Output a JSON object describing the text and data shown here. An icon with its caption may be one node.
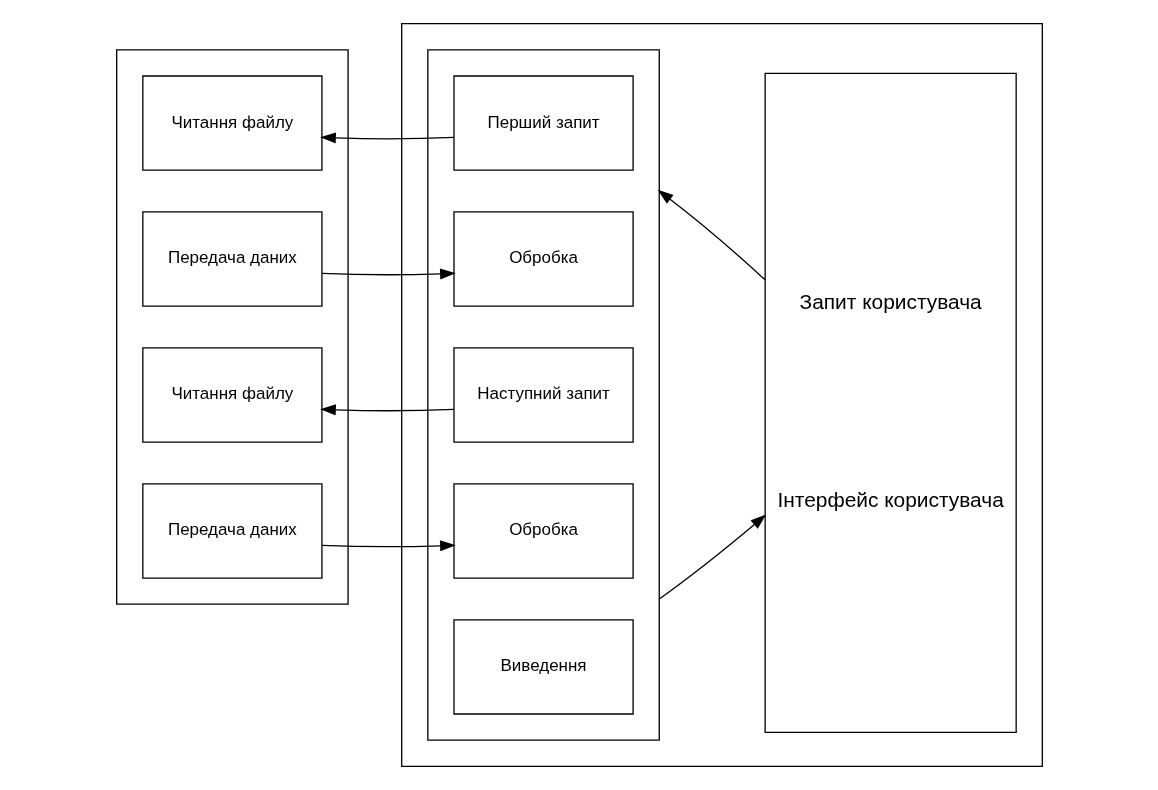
{
  "diagram": {
    "nodes": [
      {
        "text": [],
        "shape": "box"
      },
      {
        "text": [
          "Читання файлу"
        ],
        "in": 0
      },
      {
        "text": [
          "Передача даних"
        ],
        "in": 0
      },
      {
        "text": [
          "Читання файлу"
        ],
        "in": 0
      },
      {
        "text": [
          "Передача даних"
        ],
        "in": 0
      },
      {
        "text": [],
        "shape": "box"
      },
      {
        "text": [],
        "shape": "box",
        "in": 5
      },
      {
        "text": [
          "Перший запит"
        ],
        "in": 6
      },
      {
        "text": [
          "Обробка"
        ],
        "in": 6
      },
      {
        "text": [
          "Наступний запит"
        ],
        "in": 6
      },
      {
        "text": [
          "Обробка"
        ],
        "in": 6
      },
      {
        "text": [
          "Виведення"
        ],
        "in": 6
      },
      {
        "text": [
          "Запит користувача",
          "Інтерфейс користувача"
        ],
        "in": 5
      }
    ],
    "edges": [
      {
        "from": 7,
        "to": 1,
        "arrow": "to"
      },
      {
        "from": 2,
        "to": 8,
        "arrow": "to"
      },
      {
        "from": 9,
        "to": 3,
        "arrow": "to"
      },
      {
        "from": 4,
        "to": 10,
        "arrow": "to"
      },
      {
        "from": 6,
        "to": 12,
        "arrow": "to"
      },
      {
        "from": 12,
        "to": 6,
        "arrow": "to"
      }
    ]
  }
}
